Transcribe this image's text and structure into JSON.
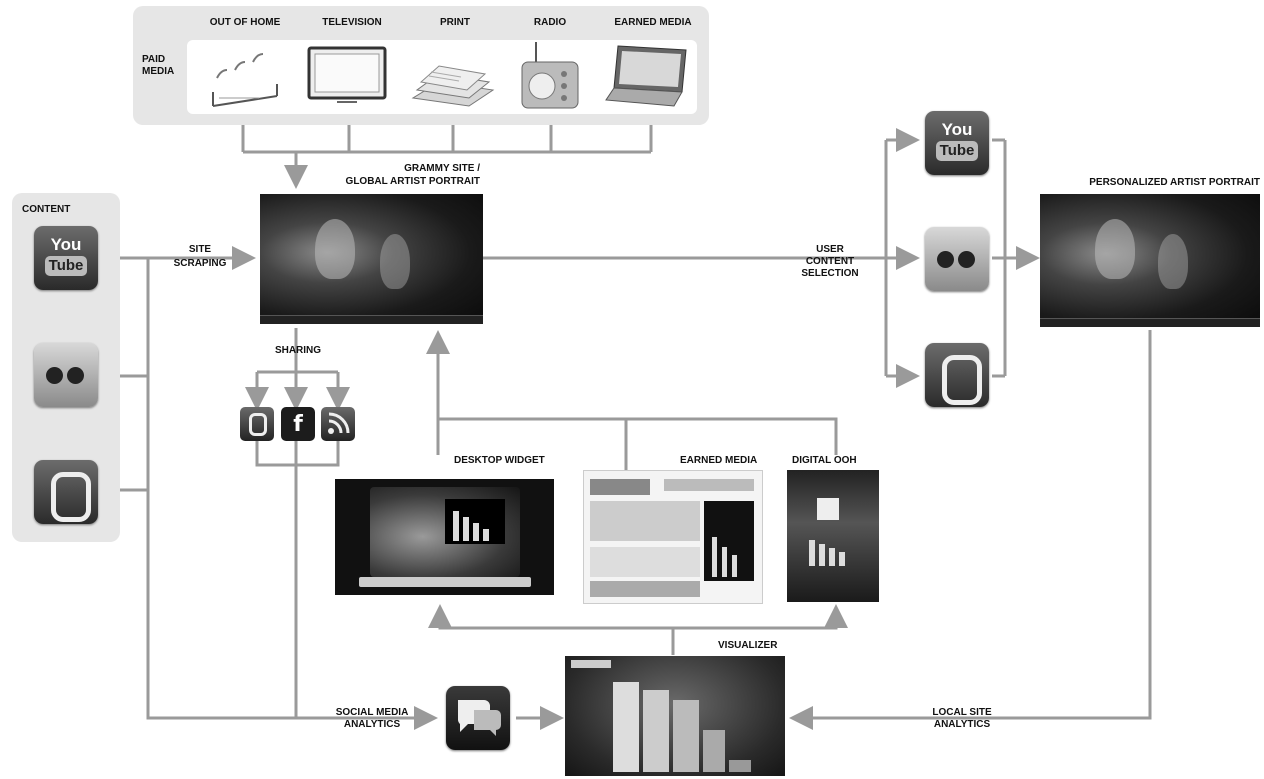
{
  "paid_media": {
    "label": "PAID\nMEDIA",
    "label_line1": "PAID",
    "label_line2": "MEDIA",
    "channels": [
      "OUT OF HOME",
      "TELEVISION",
      "PRINT",
      "RADIO",
      "EARNED MEDIA"
    ]
  },
  "content": {
    "label": "CONTENT"
  },
  "labels": {
    "site_scraping_1": "SITE",
    "site_scraping_2": "SCRAPING",
    "grammy_1": "GRAMMY SITE /",
    "grammy_2": "GLOBAL ARTIST PORTRAIT",
    "sharing": "SHARING",
    "user_content_1": "USER",
    "user_content_2": "CONTENT",
    "user_content_3": "SELECTION",
    "personalized": "PERSONALIZED ARTIST PORTRAIT",
    "desktop_widget": "DESKTOP WIDGET",
    "earned_media": "EARNED MEDIA",
    "digital_ooh": "DIGITAL OOH",
    "visualizer": "VISUALIZER",
    "social_1": "SOCIAL MEDIA",
    "social_2": "ANALYTICS",
    "local_1": "LOCAL SITE",
    "local_2": "ANALYTICS"
  },
  "icons": {
    "youtube_you": "You",
    "youtube_tube": "Tube",
    "facebook": "f"
  },
  "colors": {
    "line": "#9a9a9a",
    "panel": "#e6e6e6"
  }
}
